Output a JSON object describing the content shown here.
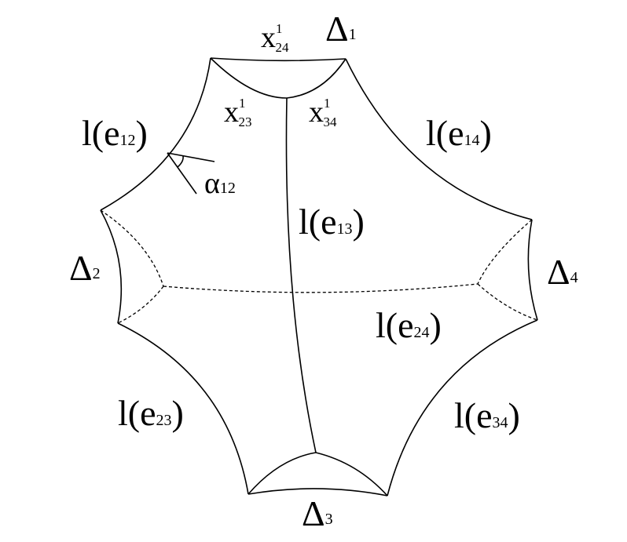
{
  "vertices": {
    "d1": {
      "sym": "Δ",
      "sub": "1"
    },
    "d2": {
      "sym": "Δ",
      "sub": "2"
    },
    "d3": {
      "sym": "Δ",
      "sub": "3"
    },
    "d4": {
      "sym": "Δ",
      "sub": "4"
    }
  },
  "edges": {
    "e12": {
      "pre": "l(e",
      "sub": "12",
      "post": ")"
    },
    "e14": {
      "pre": "l(e",
      "sub": "14",
      "post": ")"
    },
    "e13": {
      "pre": "l(e",
      "sub": "13",
      "post": ")"
    },
    "e24": {
      "pre": "l(e",
      "sub": "24",
      "post": ")"
    },
    "e23": {
      "pre": "l(e",
      "sub": "23",
      "post": ")"
    },
    "e34": {
      "pre": "l(e",
      "sub": "34",
      "post": ")"
    }
  },
  "points": {
    "x24": {
      "base": "x",
      "sup": "1",
      "sub": "24"
    },
    "x23": {
      "base": "x",
      "sup": "1",
      "sub": "23"
    },
    "x34": {
      "base": "x",
      "sup": "1",
      "sub": "34"
    }
  },
  "angle": {
    "sym": "α",
    "sub": "12"
  }
}
